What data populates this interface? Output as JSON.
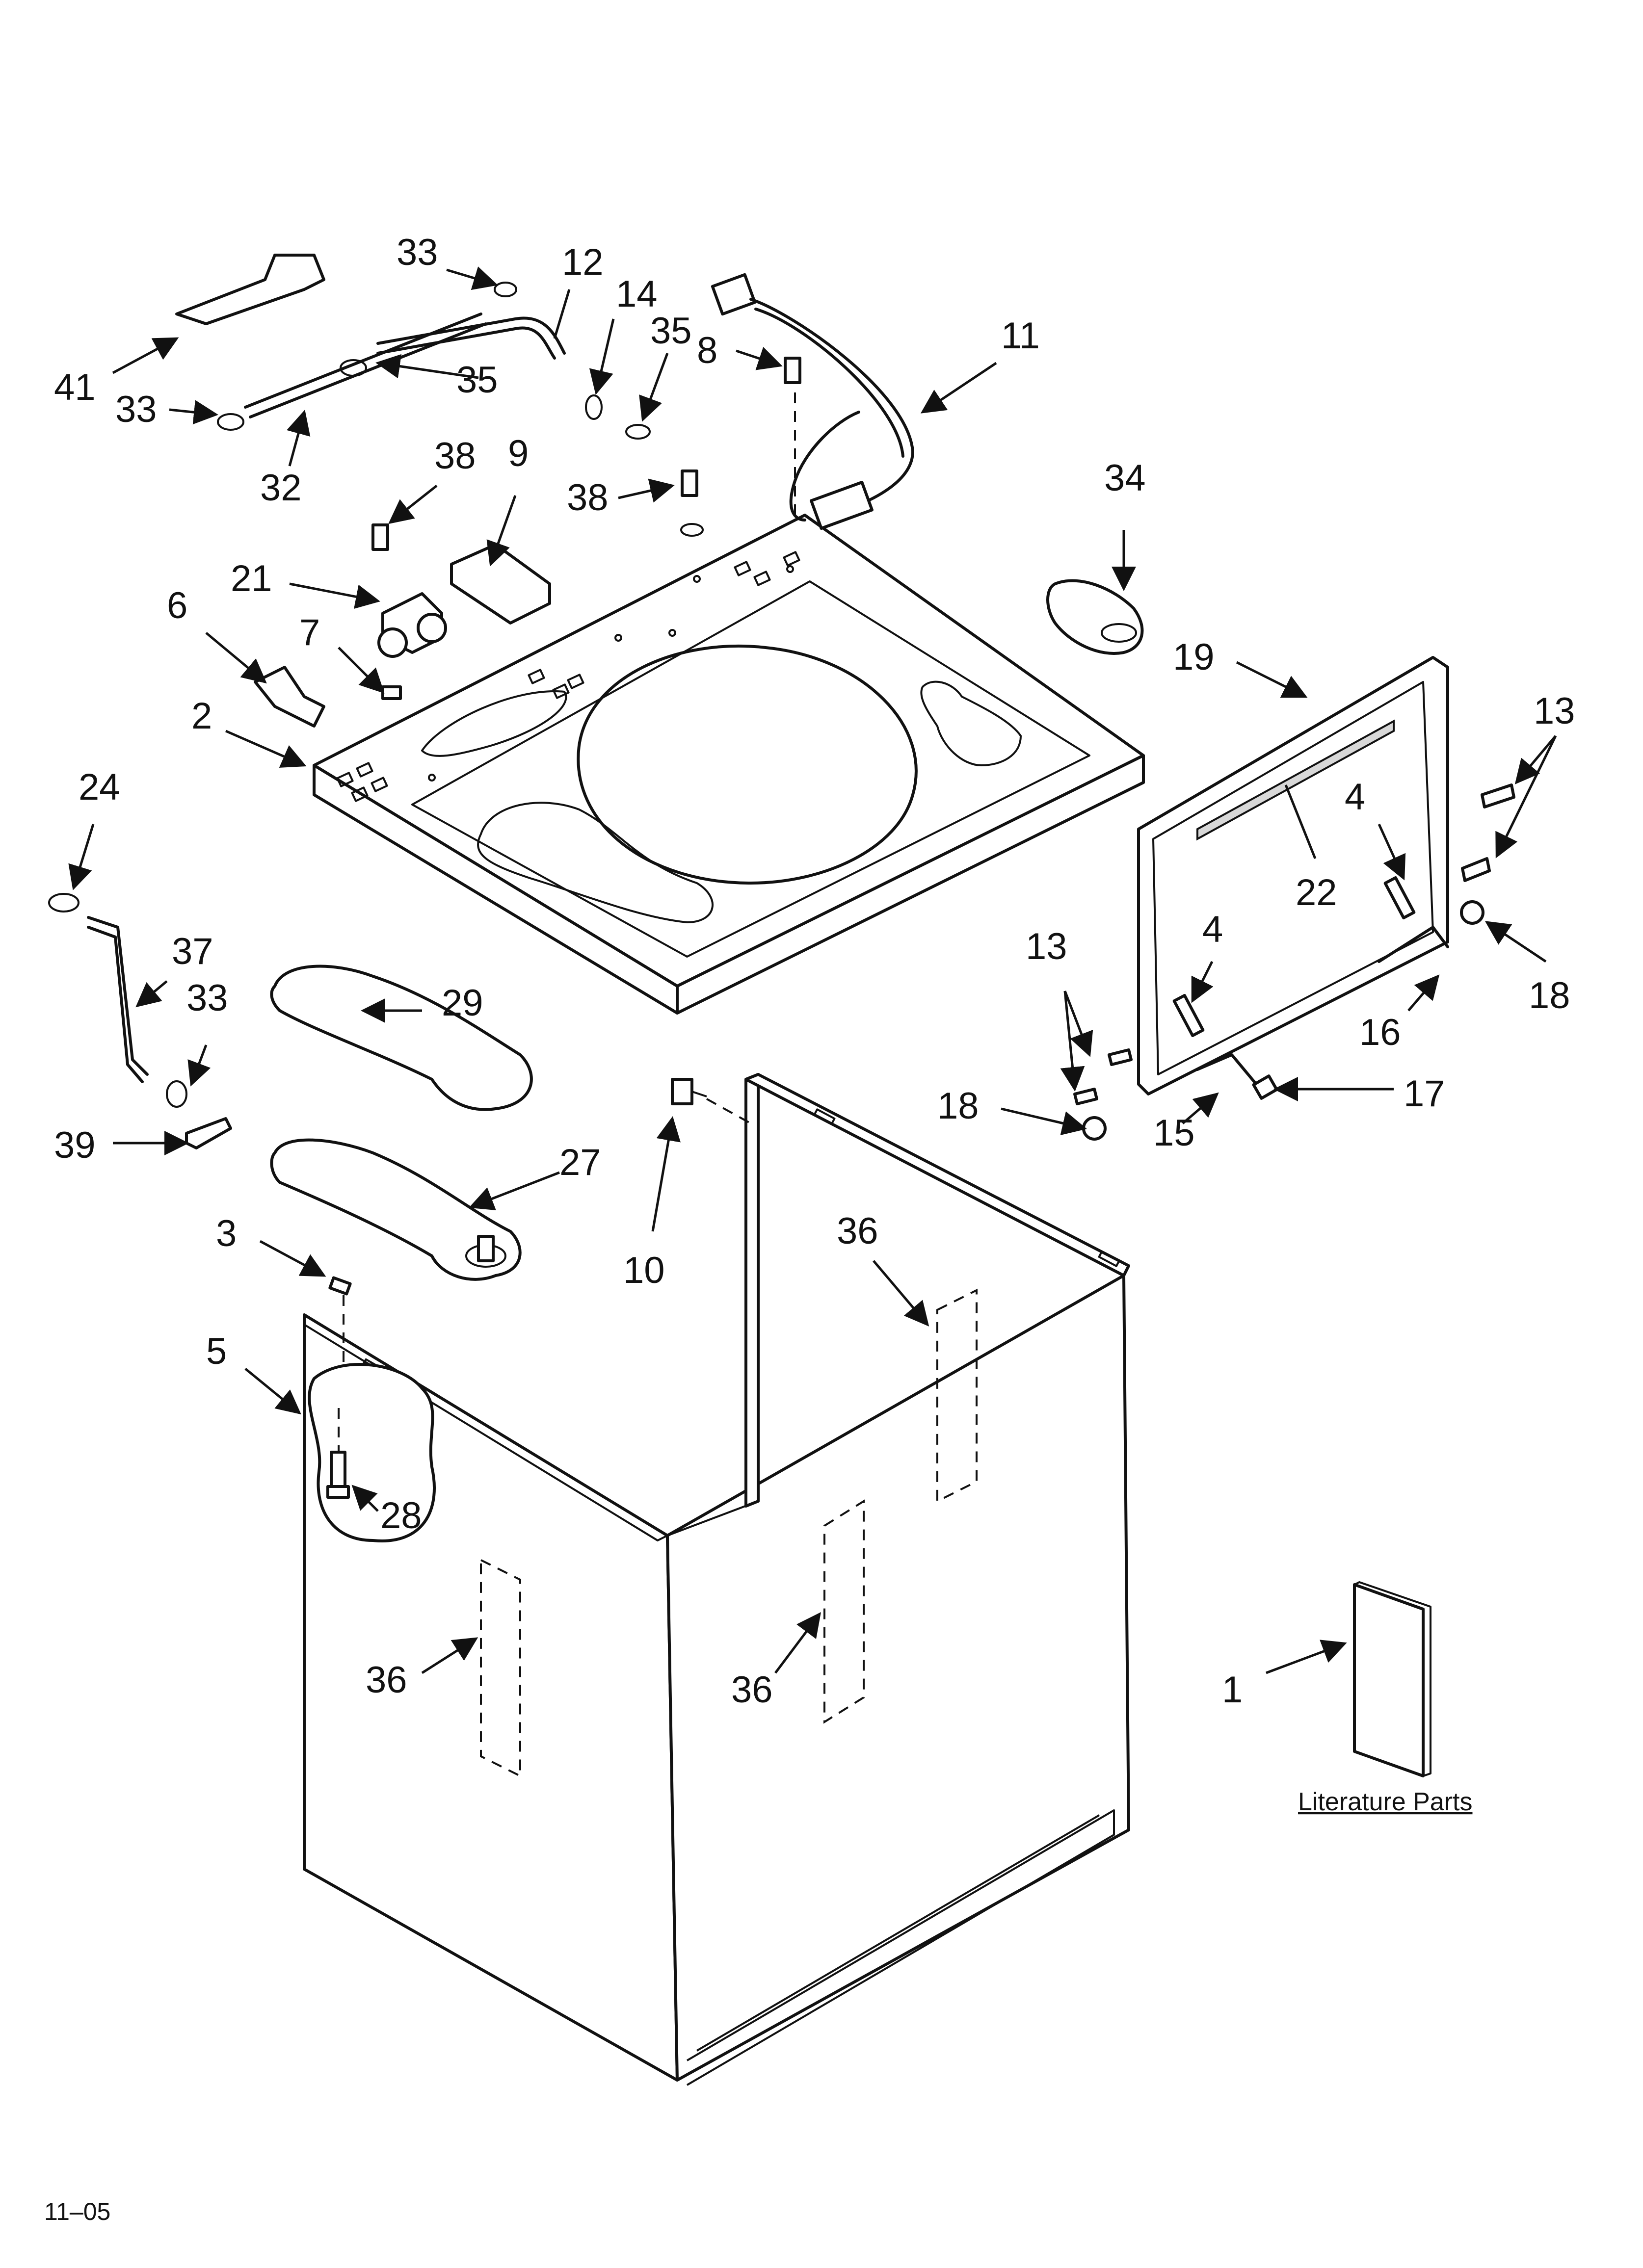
{
  "callouts": [
    {
      "id": "c33a",
      "label": "33"
    },
    {
      "id": "c12",
      "label": "12"
    },
    {
      "id": "c14",
      "label": "14"
    },
    {
      "id": "c35a",
      "label": "35"
    },
    {
      "id": "c11",
      "label": "11"
    },
    {
      "id": "c41",
      "label": "41"
    },
    {
      "id": "c33b",
      "label": "33"
    },
    {
      "id": "c35b",
      "label": "35"
    },
    {
      "id": "c8",
      "label": "8"
    },
    {
      "id": "c32",
      "label": "32"
    },
    {
      "id": "c38a",
      "label": "38"
    },
    {
      "id": "c9",
      "label": "9"
    },
    {
      "id": "c38b",
      "label": "38"
    },
    {
      "id": "c34",
      "label": "34"
    },
    {
      "id": "c21",
      "label": "21"
    },
    {
      "id": "c6",
      "label": "6"
    },
    {
      "id": "c7",
      "label": "7"
    },
    {
      "id": "c19",
      "label": "19"
    },
    {
      "id": "c13a",
      "label": "13"
    },
    {
      "id": "c2",
      "label": "2"
    },
    {
      "id": "c24",
      "label": "24"
    },
    {
      "id": "c4a",
      "label": "4"
    },
    {
      "id": "c22",
      "label": "22"
    },
    {
      "id": "c37",
      "label": "37"
    },
    {
      "id": "c13b",
      "label": "13"
    },
    {
      "id": "c4b",
      "label": "4"
    },
    {
      "id": "c29",
      "label": "29"
    },
    {
      "id": "c33c",
      "label": "33"
    },
    {
      "id": "c18a",
      "label": "18"
    },
    {
      "id": "c16",
      "label": "16"
    },
    {
      "id": "c18b",
      "label": "18"
    },
    {
      "id": "c17",
      "label": "17"
    },
    {
      "id": "c39",
      "label": "39"
    },
    {
      "id": "c15",
      "label": "15"
    },
    {
      "id": "c27",
      "label": "27"
    },
    {
      "id": "c3",
      "label": "3"
    },
    {
      "id": "c10",
      "label": "10"
    },
    {
      "id": "c36a",
      "label": "36"
    },
    {
      "id": "c5",
      "label": "5"
    },
    {
      "id": "c28",
      "label": "28"
    },
    {
      "id": "c36b",
      "label": "36"
    },
    {
      "id": "c36c",
      "label": "36"
    },
    {
      "id": "c1",
      "label": "1"
    }
  ],
  "literature_label": "Literature Parts",
  "revision_code": "11–05"
}
